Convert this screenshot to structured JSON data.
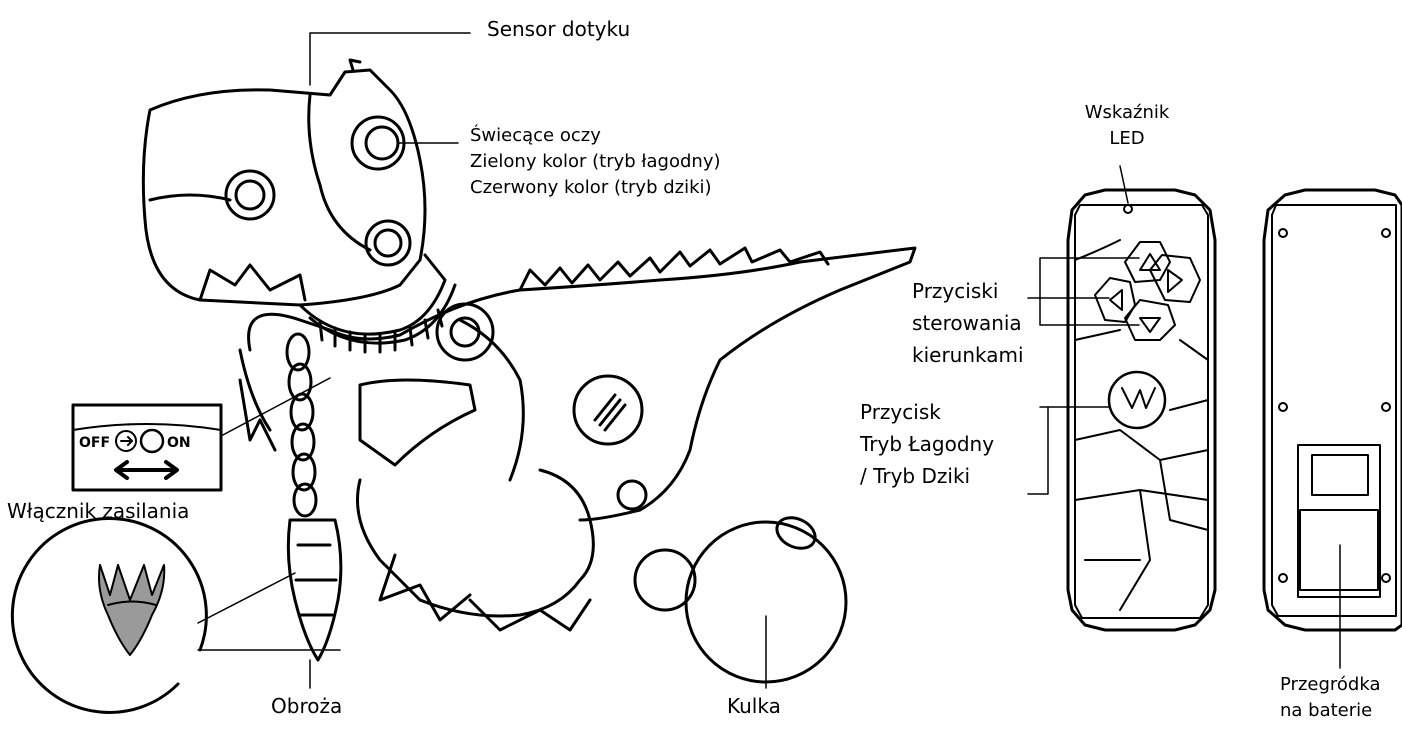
{
  "labels": {
    "touch_sensor": "Sensor dotyku",
    "eyes": {
      "title": "Świecące oczy",
      "green": "Zielony kolor (tryb łagodny)",
      "red": "Czerwony kolor (tryb dziki)"
    },
    "power_switch": "Włącznik zasilania",
    "collar": "Obroża",
    "ball": "Kulka",
    "led_indicator": [
      "Wskaźnik",
      "LED"
    ],
    "direction_buttons": [
      "Przyciski",
      "sterowania",
      "kierunkami"
    ],
    "mode_button": [
      "Przycisk",
      "Tryb Łagodny",
      "/ Tryb Dziki"
    ],
    "battery": [
      "Przegródka",
      "na baterie"
    ]
  },
  "switch": {
    "off": "OFF",
    "on": "ON"
  },
  "colors": {
    "ink": "#000000",
    "collar_tag_fill": "#9a9a9a",
    "paper": "#ffffff"
  }
}
